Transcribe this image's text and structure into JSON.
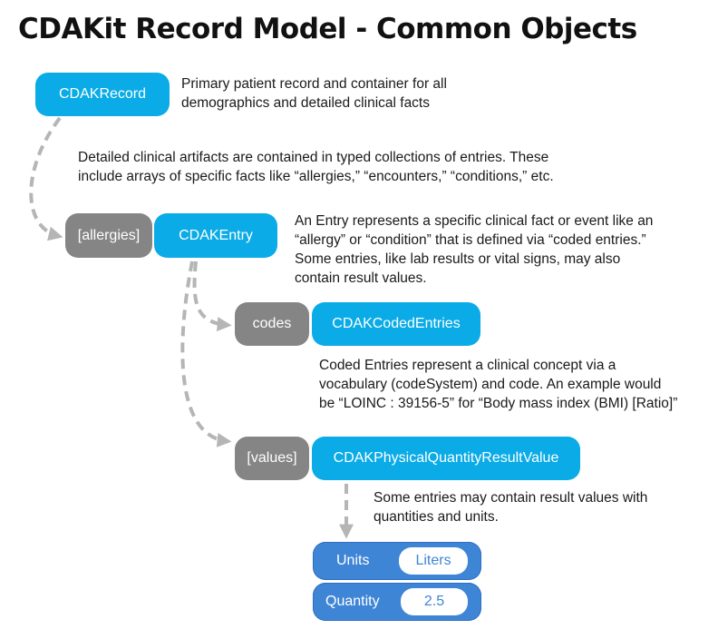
{
  "title": "CDAKit Record Model - Common Objects",
  "nodes": {
    "record": "CDAKRecord",
    "allergies": "[allergies]",
    "entry": "CDAKEntry",
    "codes": "codes",
    "coded_entries": "CDAKCodedEntries",
    "values": "[values]",
    "result_value": "CDAKPhysicalQuantityResultValue"
  },
  "descriptions": {
    "record": [
      "Primary patient record and container for all",
      "demographics and detailed clinical facts"
    ],
    "collections": [
      "Detailed clinical artifacts are contained in typed collections of entries.  These",
      "include arrays of specific facts like “allergies,” “encounters,” “conditions,” etc."
    ],
    "entry": [
      "An Entry represents a specific clinical fact or event like an",
      "“allergy” or “condition” that is defined via “coded entries.”",
      "Some entries, like lab results or vital signs, may also",
      "contain result values."
    ],
    "coded_entries": [
      "Coded Entries represent a clinical concept via a",
      "vocabulary (codeSystem) and code. An example would",
      "be “LOINC : 39156-5” for “Body mass index (BMI) [Ratio]”"
    ],
    "result_values": [
      "Some entries may contain result values with",
      "quantities and units."
    ]
  },
  "fields": [
    {
      "label": "Units",
      "value": "Liters"
    },
    {
      "label": "Quantity",
      "value": "2.5"
    }
  ],
  "colors": {
    "blue": "#0aabe6",
    "gray": "#858585",
    "field": "#3f85d6",
    "connector": "#b5b5b5"
  }
}
